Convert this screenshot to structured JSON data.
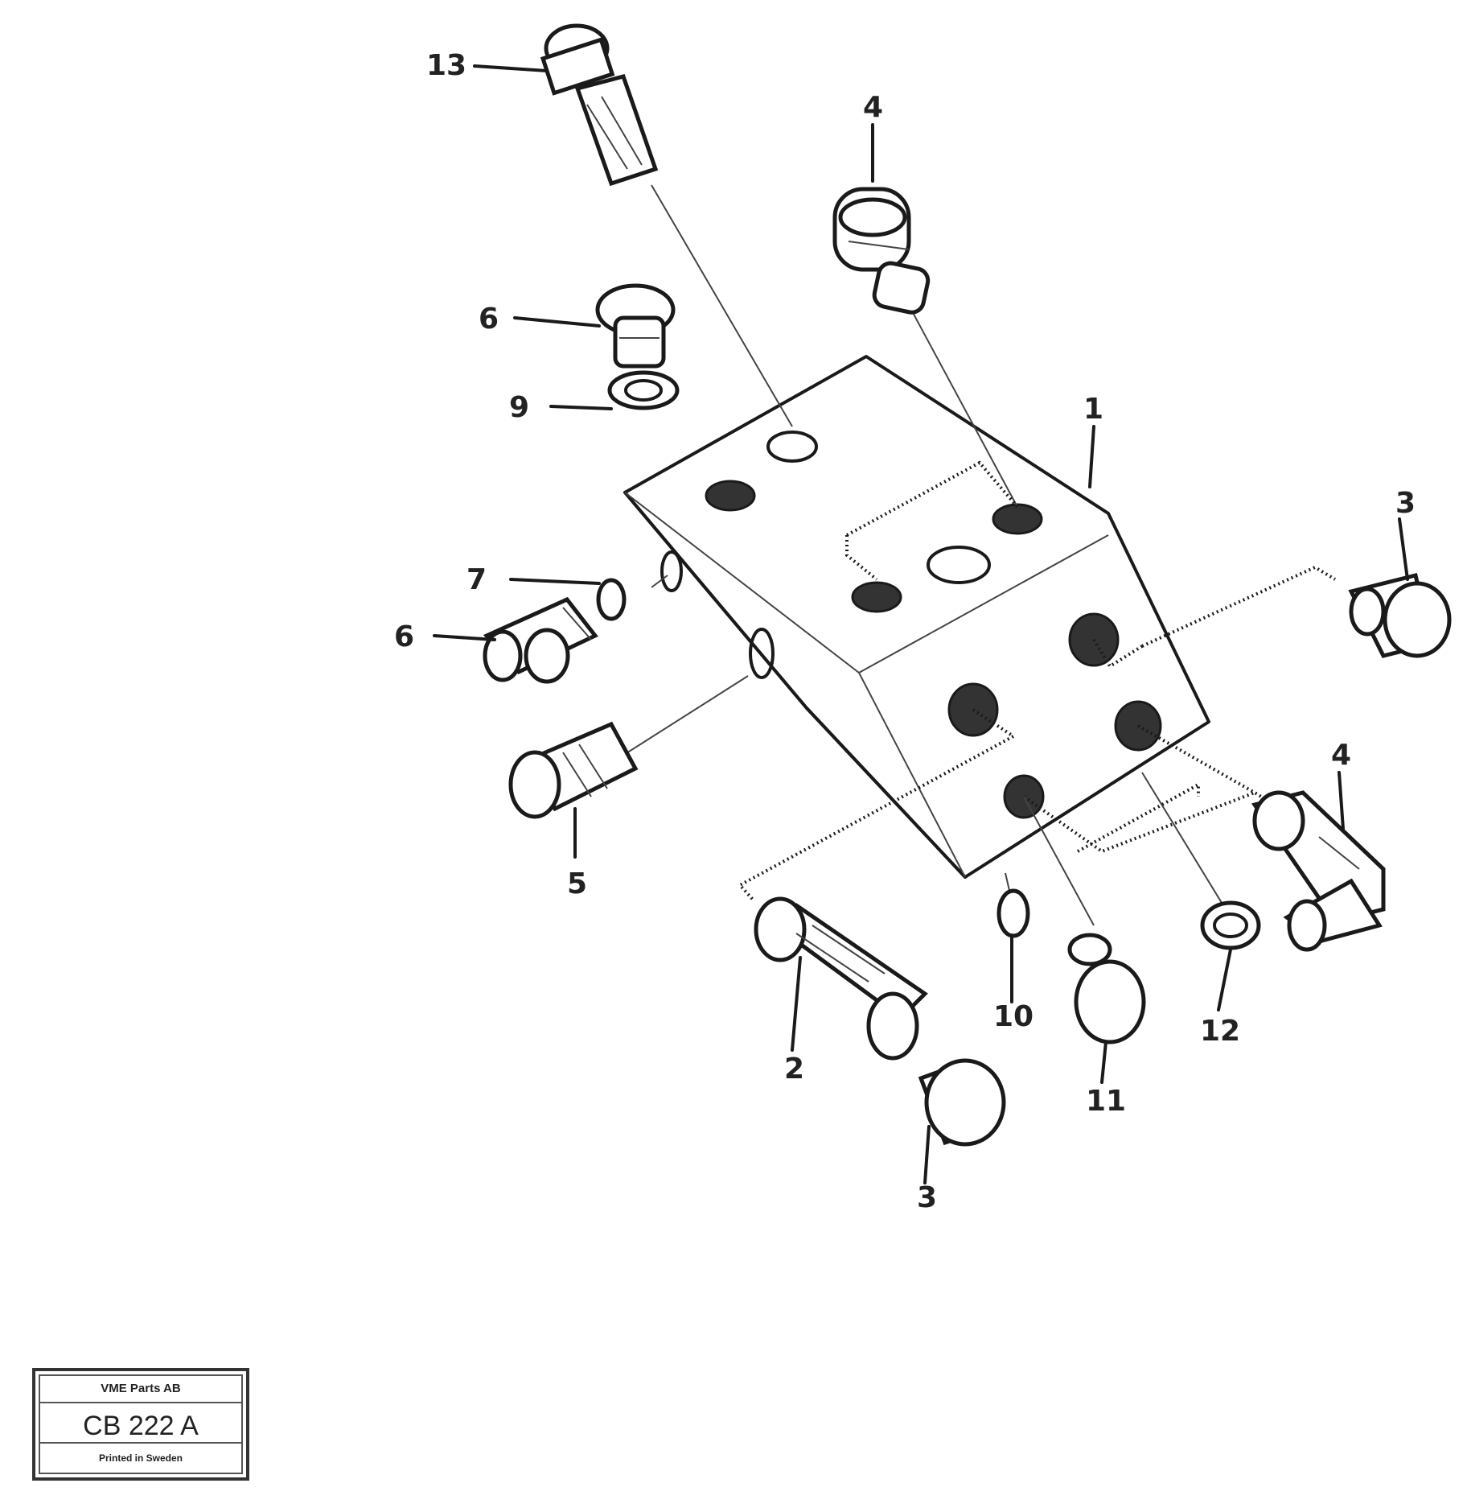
{
  "labels": {
    "l1": "1",
    "l2": "2",
    "l3a": "3",
    "l3b": "3",
    "l4a": "4",
    "l4b": "4",
    "l5": "5",
    "l6a": "6",
    "l6b": "6",
    "l7": "7",
    "l9": "9",
    "l10": "10",
    "l11": "11",
    "l12": "12",
    "l13": "13"
  },
  "stamp": {
    "company": "VME Parts AB",
    "code": "CB 222 A",
    "printed": "Printed in Sweden"
  }
}
